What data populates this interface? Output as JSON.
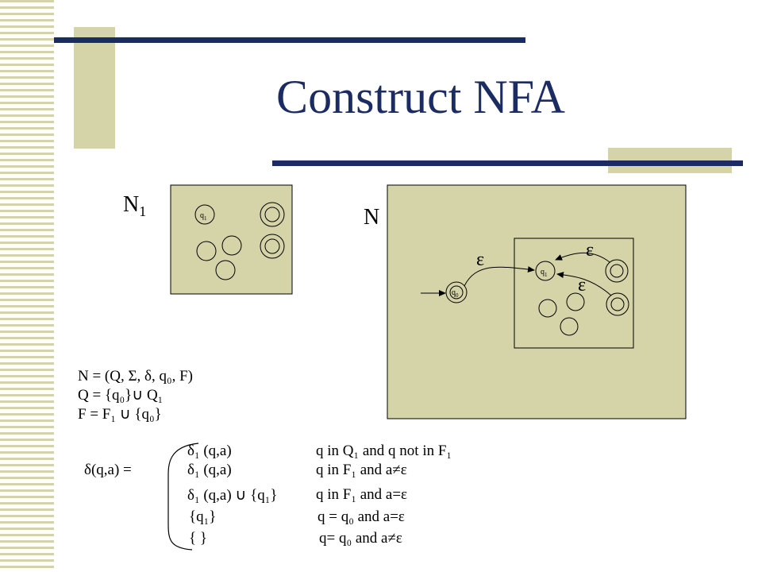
{
  "title": "Construct NFA",
  "labels": {
    "n1_main": "N",
    "n1_sub": "1",
    "n_label": "N",
    "q1_main": "q",
    "q1_sub": "1",
    "q0_main": "q",
    "q0_sub": "0",
    "eps": "ε"
  },
  "definitions": {
    "line1": "N = (Q, Σ, δ, q₀, F)",
    "line2": "Q = {q₀}∪ Q₁",
    "line3": "F = F₁ ∪ {q₀}",
    "delta_lhs": "δ(q,a) ="
  },
  "cases": [
    {
      "value": "δ₁ (q,a)",
      "condition": "q in Q₁ and q not in F₁"
    },
    {
      "value": "δ₁ (q,a)",
      "condition": "q in F₁ and a≠ε"
    },
    {
      "value": "δ₁ (q,a) ∪ {q₁}",
      "condition": "q in F₁ and a=ε"
    },
    {
      "value": "{q₁}",
      "condition": "q = q₀ and a=ε"
    },
    {
      "value": "{ }",
      "condition": "q= q₀ and a≠ε"
    }
  ],
  "colors": {
    "box_fill": "#d5d3a8",
    "title": "#1b2c63",
    "line": "#1b2c63",
    "accent": "#d5d3a8"
  }
}
